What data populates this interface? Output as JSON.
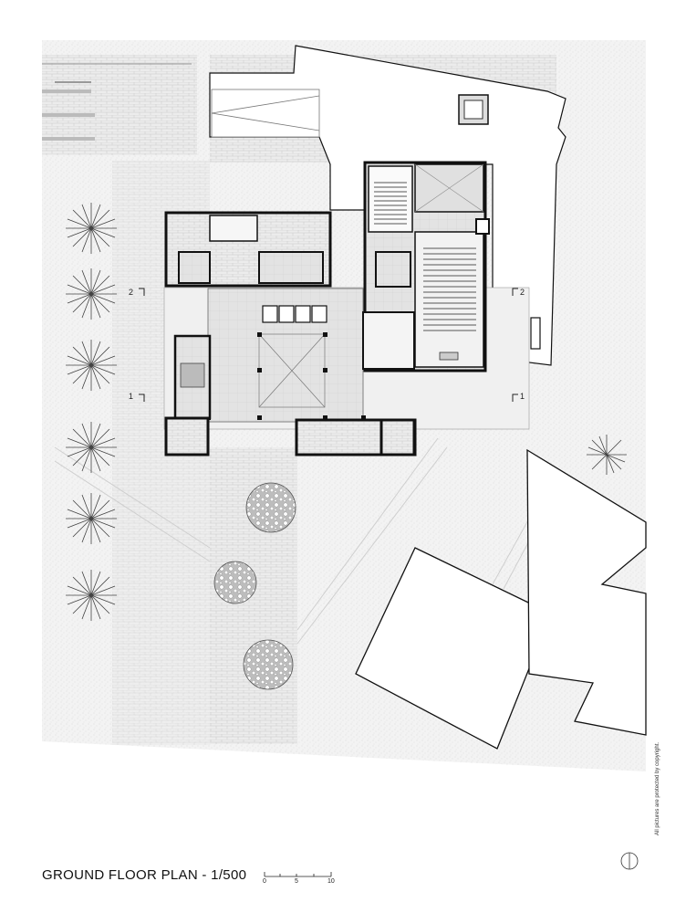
{
  "plan": {
    "title": "GROUND FLOOR PLAN - 1/500",
    "scale_ticks": [
      "0",
      "5",
      "10"
    ],
    "section_marks": {
      "left_upper": "2",
      "right_upper": "2",
      "left_lower": "1",
      "right_lower": "1"
    },
    "copyright": "All pictures are protected by copyright.",
    "north_arrow": "north-arrow-icon"
  },
  "colors": {
    "wall": "#111111",
    "ground_hatch": "#e9e9e9",
    "interior_fill": "#e2e2e2",
    "background": "#ffffff"
  }
}
